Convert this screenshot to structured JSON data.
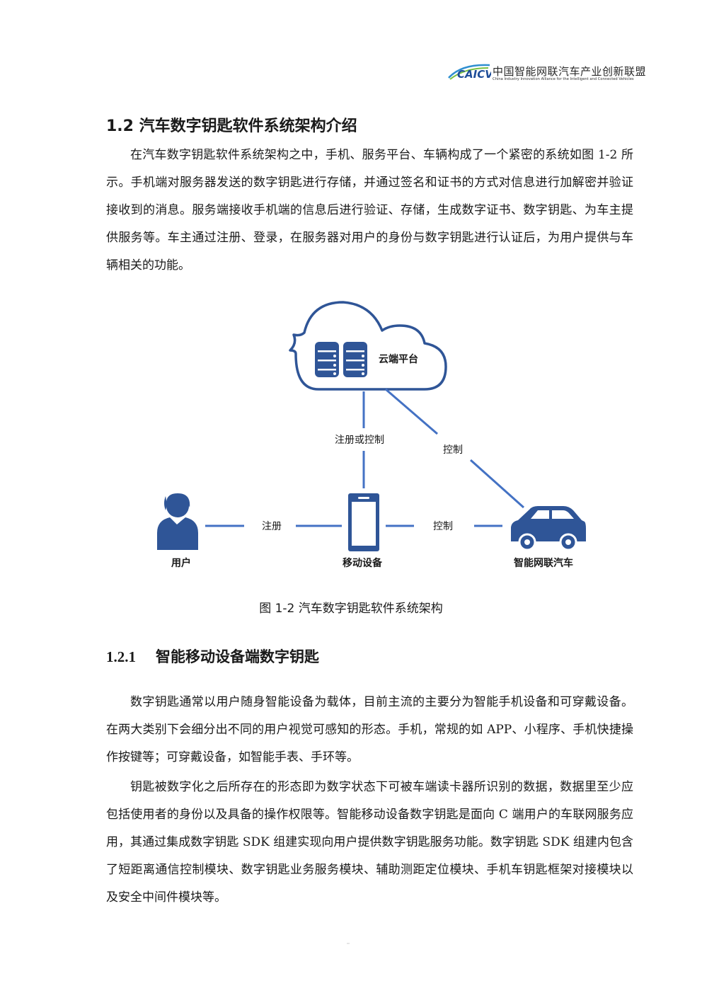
{
  "header": {
    "logo_cn": "中国智能网联汽车产业创新联盟",
    "logo_en": "China Industry Innovation Alliance for the Intelligent and Connected Vehicles"
  },
  "section": {
    "title": "1.2 汽车数字钥匙软件系统架构介绍",
    "paragraph": "在汽车数字钥匙软件系统架构之中，手机、服务平台、车辆构成了一个紧密的系统如图 1-2 所示。手机端对服务器发送的数字钥匙进行存储，并通过签名和证书的方式对信息进行加解密并验证接收到的消息。服务端接收手机端的信息后进行验证、存储，生成数字证书、数字钥匙、为车主提供服务等。车主通过注册、登录，在服务器对用户的身份与数字钥匙进行认证后，为用户提供与车辆相关的功能。"
  },
  "figure": {
    "cloud_label": "云端平台",
    "edge_register_or_control": "注册或控制",
    "edge_control_diag": "控制",
    "edge_register": "注册",
    "edge_control_horiz": "控制",
    "user_label": "用户",
    "device_label": "移动设备",
    "car_label": "智能网联汽车",
    "caption": "图 1-2 汽车数字钥匙软件系统架构",
    "colors": {
      "primary": "#2f5597",
      "line": "#4472c4",
      "cloud_stroke": "#2f5597"
    }
  },
  "subsection": {
    "number": "1.2.1",
    "title": "智能移动设备端数字钥匙",
    "paragraphs": [
      "数字钥匙通常以用户随身智能设备为载体，目前主流的主要分为智能手机设备和可穿戴设备。在两大类别下会细分出不同的用户视觉可感知的形态。手机，常规的如 APP、小程序、手机快捷操作按键等；可穿戴设备，如智能手表、手环等。",
      "钥匙被数字化之后所存在的形态即为数字状态下可被车端读卡器所识别的数据，数据里至少应包括使用者的身份以及具备的操作权限等。智能移动设备数字钥匙是面向 C 端用户的车联网服务应用，其通过集成数字钥匙 SDK 组建实现向用户提供数字钥匙服务功能。数字钥匙 SDK 组建内包含了短距离通信控制模块、数字钥匙业务服务模块、辅助测距定位模块、手机车钥匙框架对接模块以及安全中间件模块等。"
    ]
  }
}
